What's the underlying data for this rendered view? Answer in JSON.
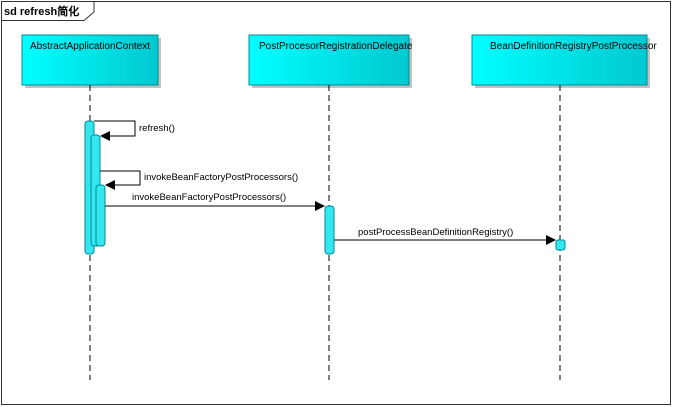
{
  "frame": {
    "label": "sd refresh简化"
  },
  "participants": [
    {
      "id": "aac",
      "name": "AbstractApplicationContext"
    },
    {
      "id": "pprd",
      "name": "PostProcesorRegistrationDelegate"
    },
    {
      "id": "bdrpp",
      "name": "BeanDefinitionRegistryPostProcessor"
    }
  ],
  "messages": [
    {
      "label": "refresh()",
      "from": "aac",
      "to": "aac"
    },
    {
      "label": "invokeBeanFactoryPostProcessors()",
      "from": "aac",
      "to": "aac"
    },
    {
      "label": "invokeBeanFactoryPostProcessors()",
      "from": "aac",
      "to": "pprd"
    },
    {
      "label": "postProcessBeanDefinitionRegistry()",
      "from": "pprd",
      "to": "bdrpp"
    }
  ],
  "colors": {
    "participant_fill": "#00ffff",
    "participant_shade": "#00bcbc",
    "activation_fill": "#33e6f0",
    "line": "#000000"
  }
}
